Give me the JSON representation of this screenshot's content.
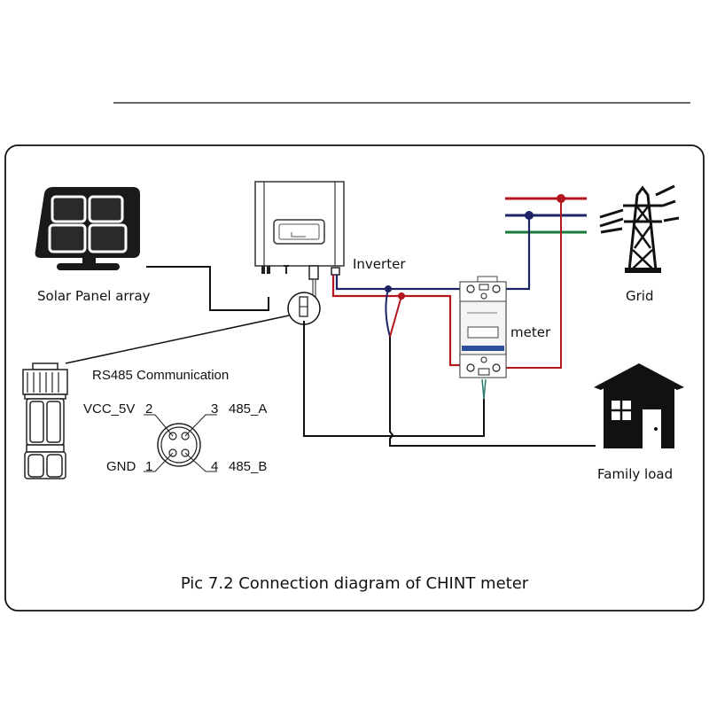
{
  "labels": {
    "solar": "Solar Panel array",
    "inverter": "Inverter",
    "meter": "meter",
    "grid": "Grid",
    "family_load": "Family load",
    "rs485": "RS485 Communication",
    "pin2_name": "VCC_5V",
    "pin2_num": "2",
    "pin3_num": "3",
    "pin3_name": "485_A",
    "pin1_name": "GND",
    "pin1_num": "1",
    "pin4_num": "4",
    "pin4_name": "485_B"
  },
  "caption": "Pic 7.2 Connection diagram of CHINT meter",
  "colors": {
    "line_red": "#b3161c",
    "line_blue": "#1d2466",
    "line_green": "#1a7a3c",
    "wire_dark": "#111111",
    "meter_blue": "#2b4f9c"
  }
}
